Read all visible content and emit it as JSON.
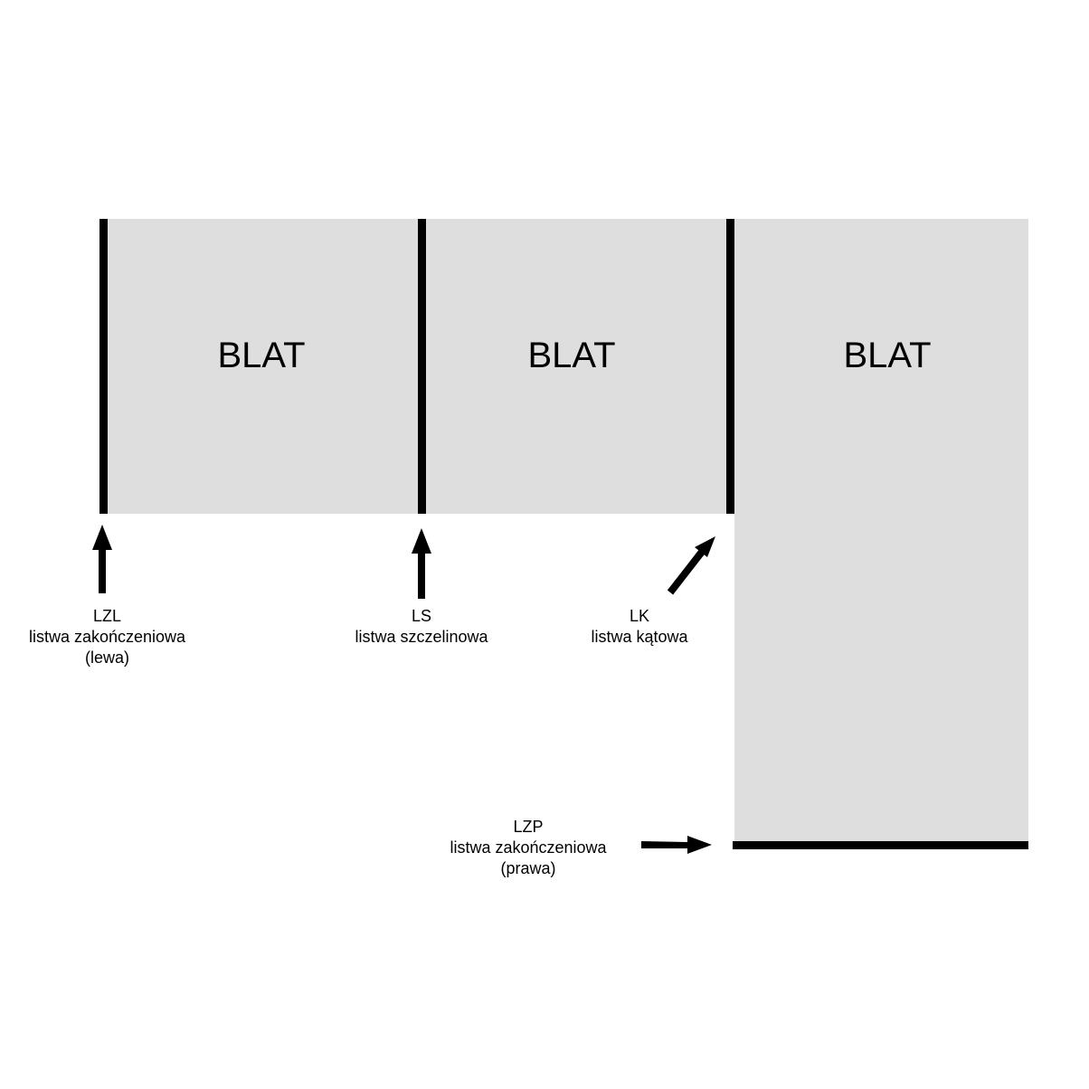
{
  "colors": {
    "panel": "#dedede",
    "strip": "#000000",
    "background": "#ffffff"
  },
  "panels": [
    {
      "label": "BLAT"
    },
    {
      "label": "BLAT"
    },
    {
      "label": "BLAT"
    }
  ],
  "callouts": {
    "lzl": {
      "code": "LZL",
      "name": "listwa zakończeniowa",
      "side": "(lewa)"
    },
    "ls": {
      "code": "LS",
      "name": "listwa szczelinowa"
    },
    "lk": {
      "code": "LK",
      "name": "listwa kątowa"
    },
    "lzp": {
      "code": "LZP",
      "name": "listwa zakończeniowa",
      "side": "(prawa)"
    }
  }
}
